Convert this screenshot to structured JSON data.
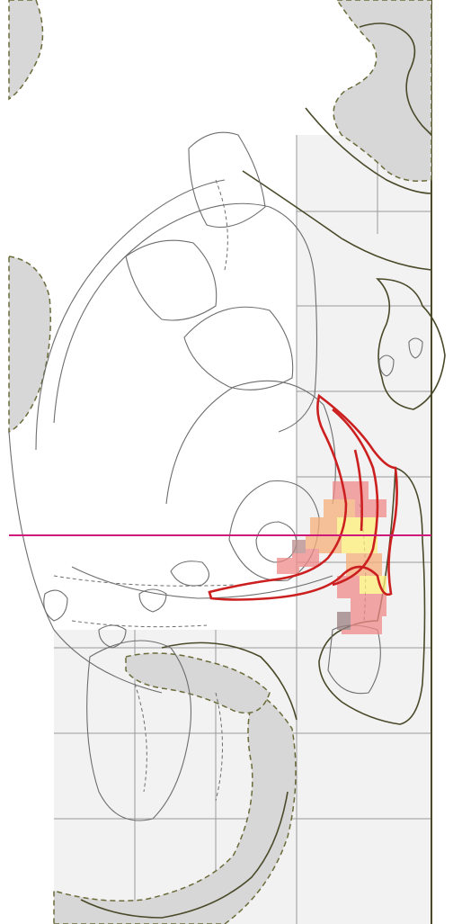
{
  "figure": {
    "kind": "brain-atlas-coronal-section-with-heatmap-overlay",
    "colors": {
      "background": "#ffffff",
      "grid_fill": "#f2f2f2",
      "grid_line": "#9a9a9a",
      "shaded_region": "#d7d7d7",
      "outline": "#4a4a2a",
      "dashed_boundary": "#6b6b3a",
      "highlighted_region": "#cc1f1f",
      "reference_line": "#d0187a",
      "heat_low": "#f08a8a",
      "heat_mid": "#f7b07a",
      "heat_high": "#fff07a"
    },
    "heatmap_levels": [
      "low",
      "mid",
      "high"
    ],
    "has_text_labels": false
  }
}
